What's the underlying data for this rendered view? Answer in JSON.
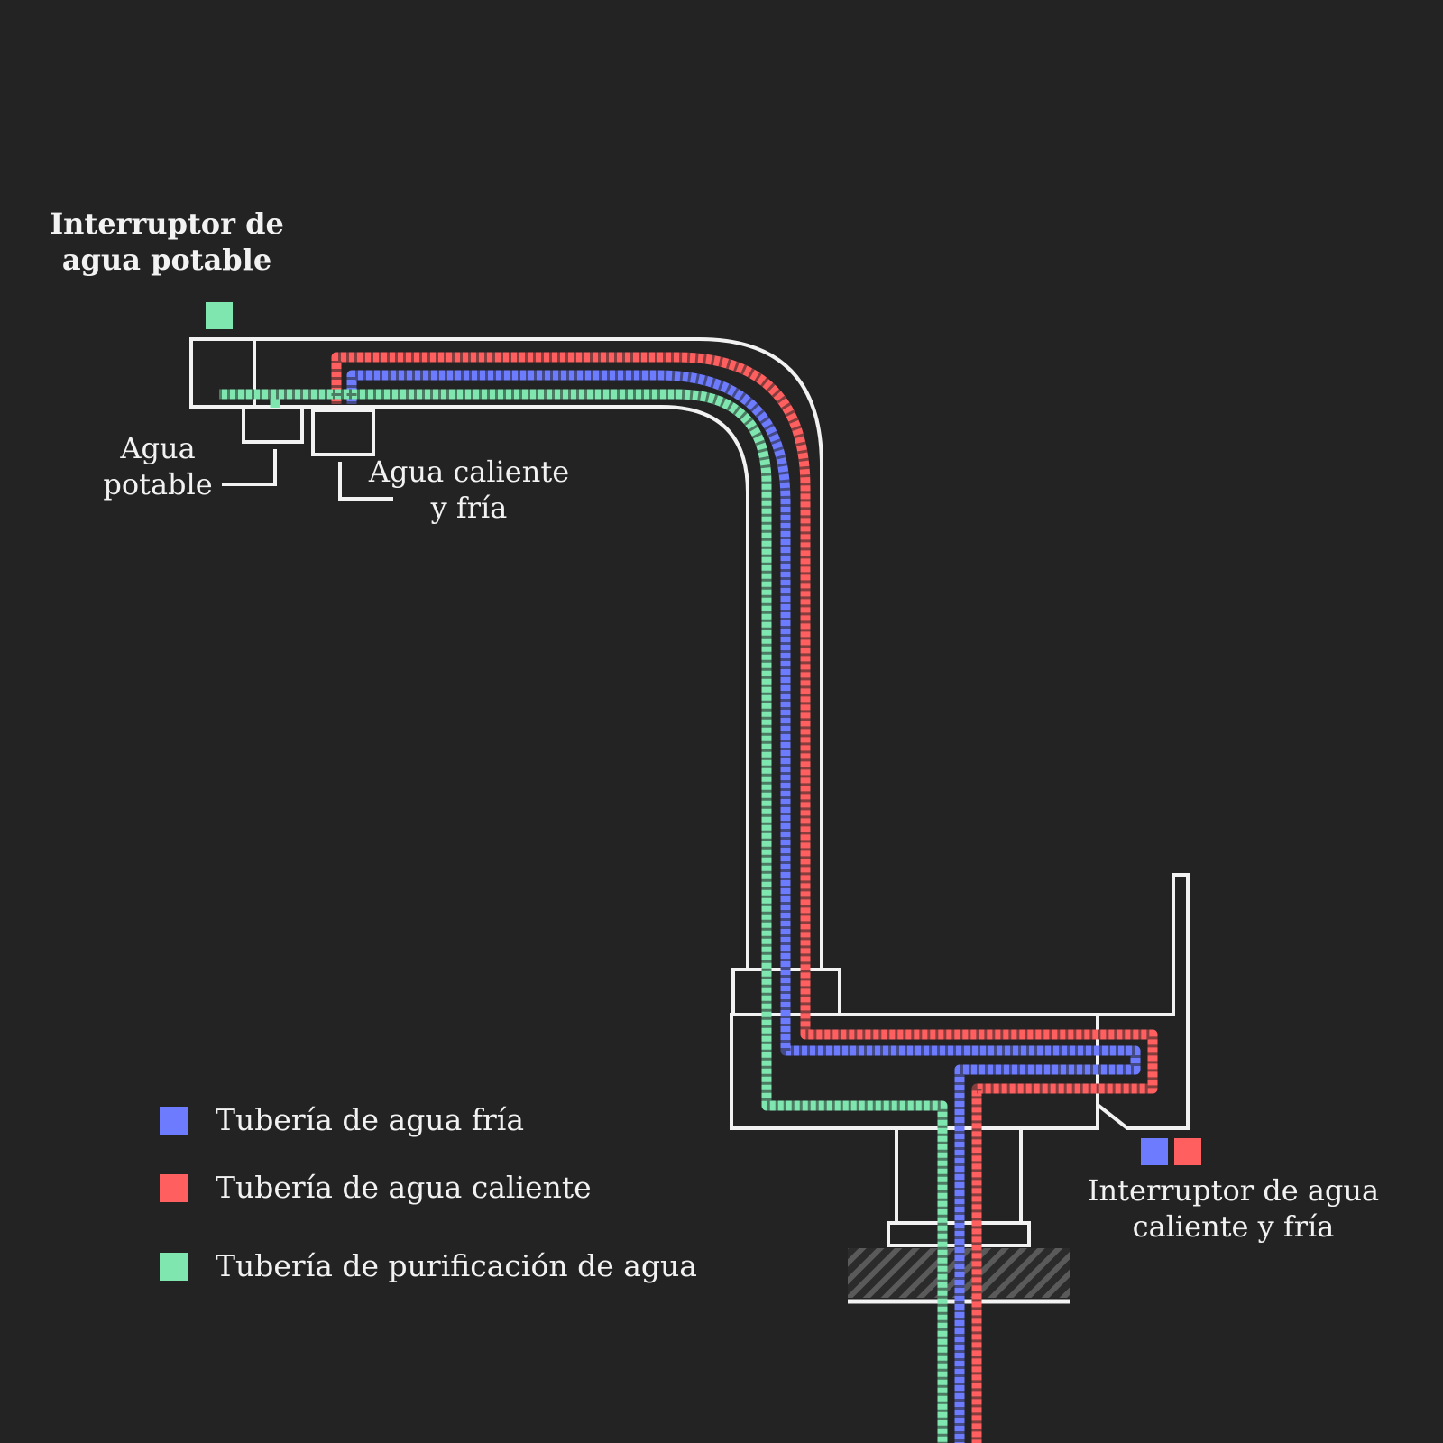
{
  "colors": {
    "cold": "#6d7bff",
    "hot": "#ff5f5f",
    "purified": "#7fe6b0",
    "outline": "#f2f2f2",
    "background": "#232324"
  },
  "labels": {
    "potable_switch": [
      "Interruptor de",
      "agua potable"
    ],
    "potable_outlet": [
      "Agua",
      "potable"
    ],
    "hot_cold_outlet": [
      "Agua caliente",
      "y fría"
    ],
    "hot_cold_switch": [
      "Interruptor de agua",
      "caliente y fría"
    ]
  },
  "legend": [
    {
      "key": "cold",
      "label": "Tubería de agua fría"
    },
    {
      "key": "hot",
      "label": "Tubería de agua caliente"
    },
    {
      "key": "purified",
      "label": "Tubería de purificación de agua"
    }
  ]
}
